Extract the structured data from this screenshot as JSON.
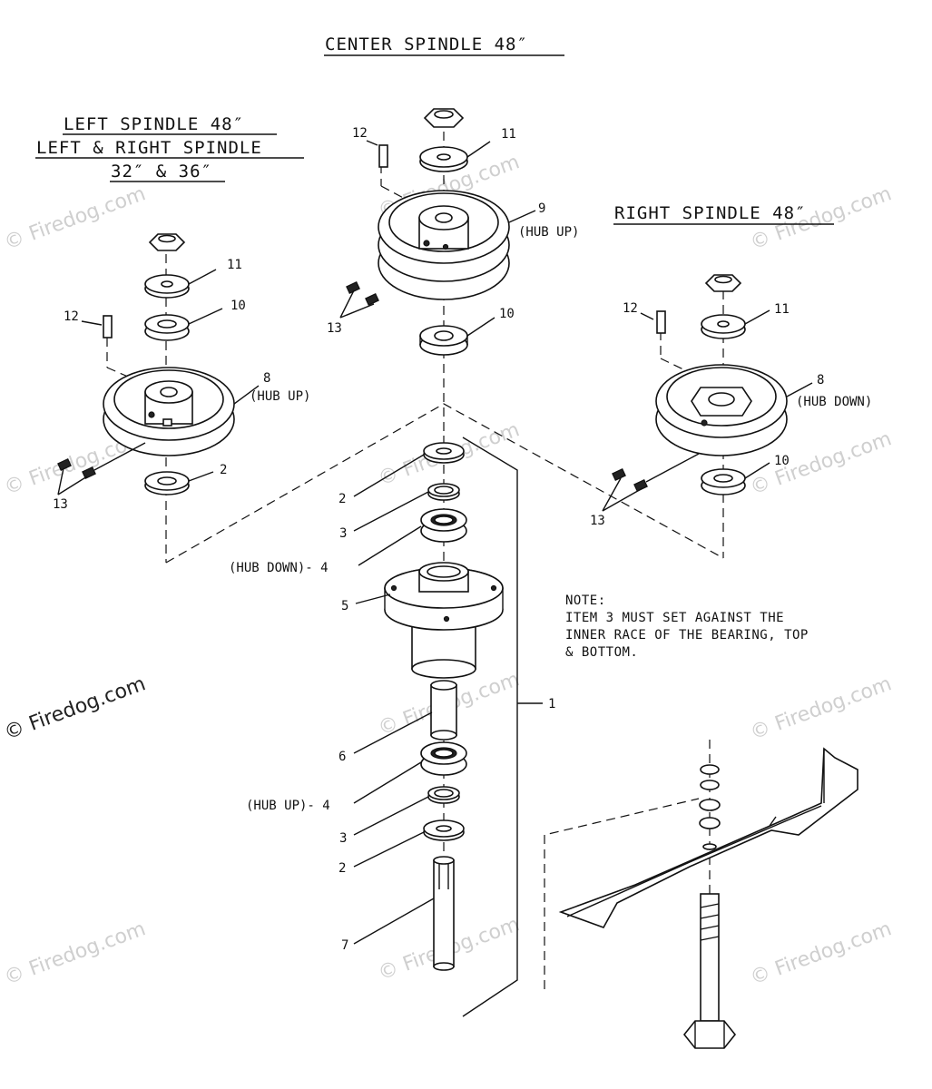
{
  "headings": {
    "center": "CENTER SPINDLE 48″",
    "left_line1": "LEFT SPINDLE 48″",
    "left_line2": "LEFT & RIGHT SPINDLE",
    "left_line3": "32″ & 36″",
    "right": "RIGHT SPINDLE 48″"
  },
  "callouts": {
    "left_11": "11",
    "left_10": "10",
    "left_12": "12",
    "left_8": "8",
    "left_8_note": "(HUB UP)",
    "left_2": "2",
    "left_13": "13",
    "center_12": "12",
    "center_11": "11",
    "center_9": "9",
    "center_9_note": "(HUB UP)",
    "center_13": "13",
    "center_10": "10",
    "right_12": "12",
    "right_11": "11",
    "right_8": "8",
    "right_8_note": "(HUB DOWN)",
    "right_10": "10",
    "right_13": "13",
    "stack_2_top": "2",
    "stack_3_top": "3",
    "stack_4_top": "(HUB DOWN)- 4",
    "stack_5": "5",
    "stack_1": "1",
    "stack_6": "6",
    "stack_4_bottom": "(HUB UP)- 4",
    "stack_3_bottom": "3",
    "stack_2_bottom": "2",
    "stack_7": "7"
  },
  "note": {
    "line1": "NOTE:",
    "line2": "ITEM 3 MUST SET AGAINST THE",
    "line3": "INNER RACE OF THE BEARING, TOP",
    "line4": "& BOTTOM."
  },
  "watermark": {
    "text": "© Firedog.com"
  }
}
